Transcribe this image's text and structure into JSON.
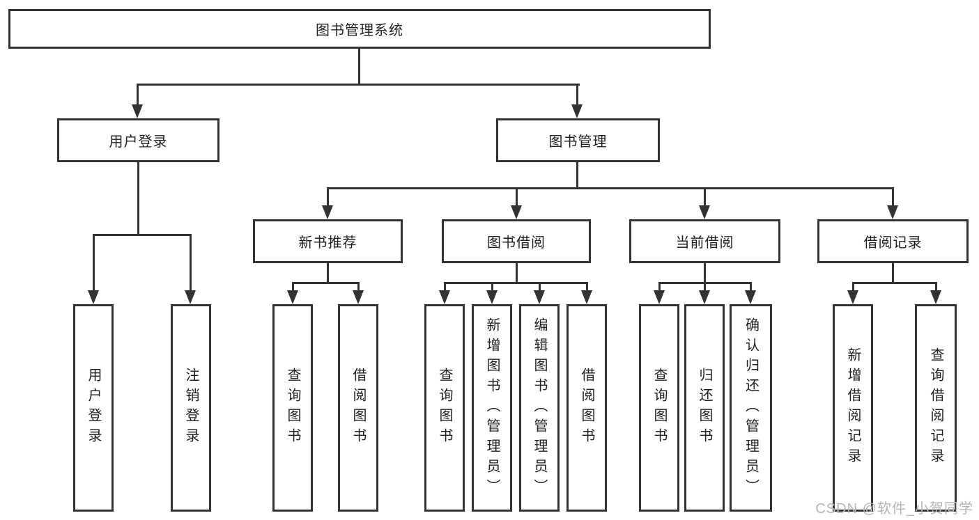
{
  "nodes": {
    "root": "图书管理系统",
    "level2": {
      "user_login": "用户登录",
      "book_mgmt": "图书管理"
    },
    "level3": {
      "recommend": "新书推荐",
      "borrow": "图书借阅",
      "current": "当前借阅",
      "records": "借阅记录"
    },
    "leaves": {
      "user_login": [
        "用户登录",
        "注销登录"
      ],
      "recommend": [
        "查询图书",
        "借阅图书"
      ],
      "borrow": [
        "查询图书",
        "新增图书（管理员）",
        "编辑图书（管理员）",
        "借阅图书"
      ],
      "current": [
        "查询图书",
        "归还图书",
        "确认归还（管理员）"
      ],
      "records": [
        "新增借阅记录",
        "查询借阅记录"
      ]
    }
  },
  "watermark": "CSDN @软件_小贺同学",
  "colors": {
    "line": "#333333",
    "text": "#1f1f1f",
    "watermark": "#b5b5b5",
    "background": "#ffffff"
  }
}
